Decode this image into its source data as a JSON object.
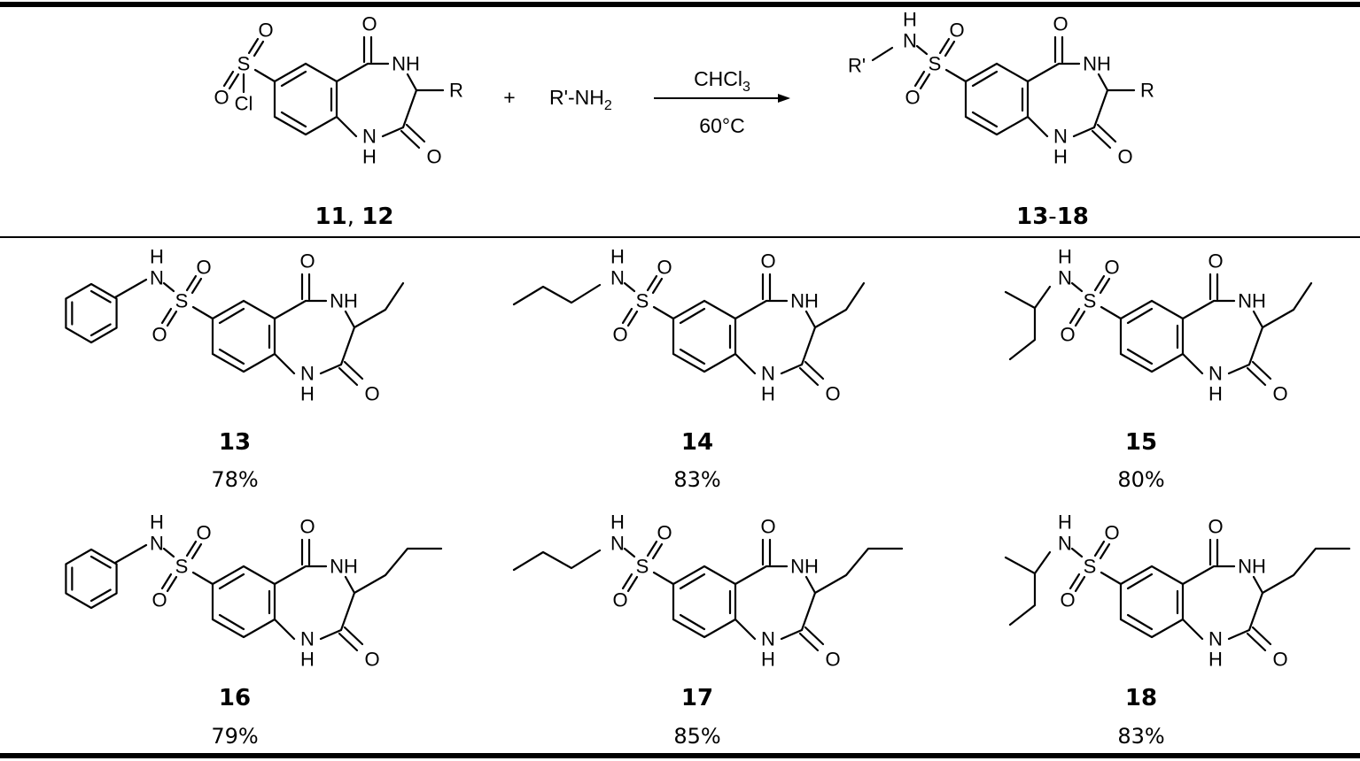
{
  "scheme": {
    "reactant_label": [
      "11",
      ", ",
      "12"
    ],
    "product_label": [
      "13",
      "-",
      "18"
    ],
    "plus": "+",
    "amine": "R'-NH2",
    "solvent": "CHCl3",
    "temperature": "60°C"
  },
  "atoms": {
    "O": "O",
    "S": "S",
    "Cl": "Cl",
    "NH": "NH",
    "N": "N",
    "H": "H",
    "R": "R",
    "Rp": "R'"
  },
  "compounds": [
    {
      "id": "13",
      "yield": "78%",
      "amine": "phenyl",
      "alkyl": "ethyl"
    },
    {
      "id": "14",
      "yield": "83%",
      "amine": "propyl",
      "alkyl": "ethyl"
    },
    {
      "id": "15",
      "yield": "80%",
      "amine": "sec-butyl",
      "alkyl": "ethyl"
    },
    {
      "id": "16",
      "yield": "79%",
      "amine": "phenyl",
      "alkyl": "propyl"
    },
    {
      "id": "17",
      "yield": "85%",
      "amine": "propyl",
      "alkyl": "propyl"
    },
    {
      "id": "18",
      "yield": "83%",
      "amine": "sec-butyl",
      "alkyl": "propyl"
    }
  ]
}
